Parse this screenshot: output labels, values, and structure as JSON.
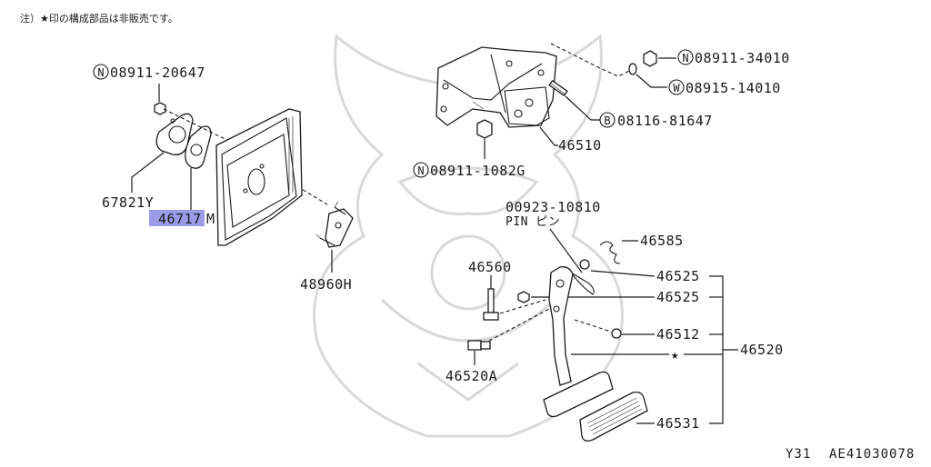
{
  "note": "注）★印の構成部品は非販売です。",
  "footer": {
    "model": "Y31",
    "diagram_code": "AE41030078"
  },
  "highlight_color": "#9a9ae6",
  "parts": {
    "p_08911_20647": {
      "prefix": "N",
      "number": "08911-20647"
    },
    "p_67821y": {
      "number": "67821Y"
    },
    "p_46717m": {
      "number": "46717",
      "suffix": "M"
    },
    "p_48960h": {
      "number": "48960H"
    },
    "p_08911_34010": {
      "prefix": "N",
      "number": "08911-34010"
    },
    "p_08915_14010": {
      "prefix": "W",
      "number": "08915-14010"
    },
    "p_08116_81647": {
      "prefix": "B",
      "number": "08116-81647"
    },
    "p_46510": {
      "number": "46510"
    },
    "p_08911_1082g": {
      "prefix": "N",
      "number": "08911-1082G"
    },
    "p_00923_10810": {
      "number": "00923-10810",
      "desc": "PIN ピン"
    },
    "p_46585": {
      "number": "46585"
    },
    "p_46525_a": {
      "number": "46525"
    },
    "p_46525_b": {
      "number": "46525"
    },
    "p_46560": {
      "number": "46560"
    },
    "p_46512": {
      "number": "46512"
    },
    "p_46520": {
      "number": "46520"
    },
    "p_46520a": {
      "number": "46520A"
    },
    "p_46531": {
      "number": "46531"
    },
    "star": "★"
  }
}
